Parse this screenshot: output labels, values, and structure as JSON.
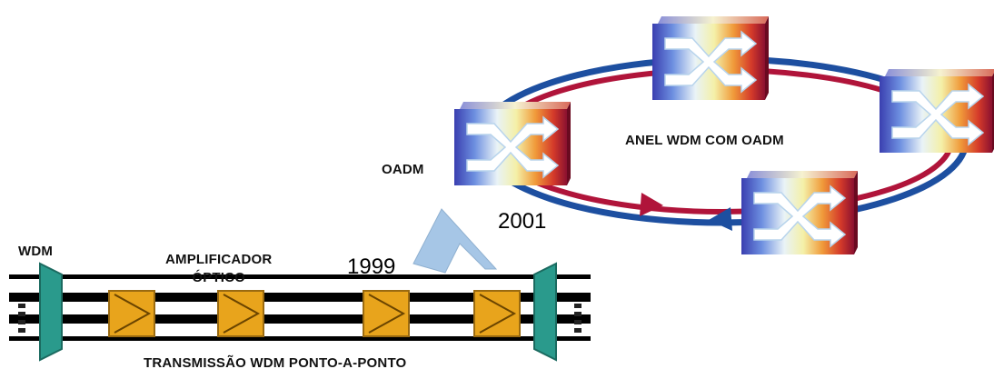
{
  "labels": {
    "wdm": "WDM",
    "amplifier_line1": "AMPLIFICADOR",
    "amplifier_line2": "ÓPTICO",
    "year_1999": "1999",
    "year_2001": "2001",
    "oadm": "OADM",
    "ring": "ANEL WDM COM OADM",
    "transmission": "TRANSMISSÃO WDM PONTO-A-PONTO"
  },
  "colors": {
    "wdm_terminal": "#2a9a8c",
    "amplifier": "#e8a41c",
    "ring_blue": "#1d4fa0",
    "ring_red": "#b0143a",
    "arrow_evolution": "#a6c6e6"
  },
  "icons": {
    "terminal": "wdm-terminal-icon",
    "amplifier": "amplifier-icon",
    "oadm": "oadm-switch-icon",
    "evolution": "evolution-arrow-icon"
  }
}
